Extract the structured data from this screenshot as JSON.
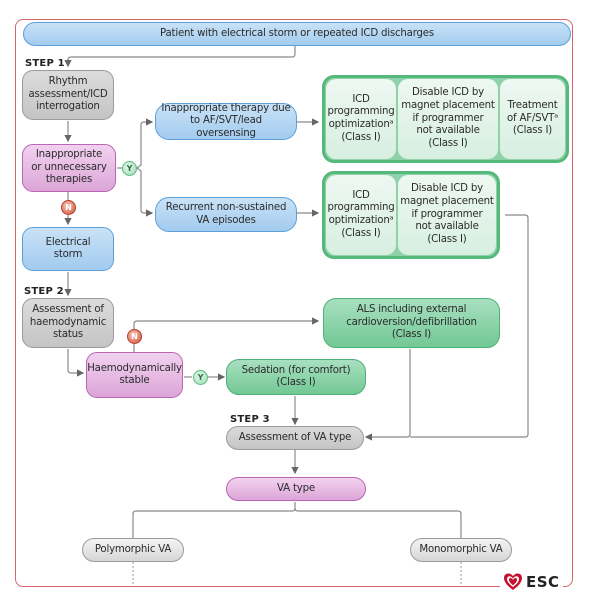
{
  "diagram": {
    "top": "Patient with electrical storm or repeated ICD discharges",
    "steps": [
      "STEP 1",
      "STEP 2",
      "STEP 3"
    ],
    "rhythm_assessment": "Rhythm\nassessment/ICD\ninterrogation",
    "inappropriate_therapies": "Inappropriate\nor unnecessary\ntherapies",
    "electrical_storm": "Electrical\nstorm",
    "inappropriate_af": "Inappropriate therapy due\nto AF/SVT/lead oversensing",
    "recurrent_nsva": "Recurrent non-sustained\nVA episodes",
    "box1": [
      "ICD\nprogramming\noptimizationᵃ\n(Class I)",
      "Disable ICD by\nmagnet placement\nif programmer\nnot available\n(Class I)",
      "Treatment\nof AF/SVTᵃ\n(Class I)"
    ],
    "box2": [
      "ICD\nprogramming\noptimizationᵃ\n(Class I)",
      "Disable ICD by\nmagnet placement\nif programmer\nnot available\n(Class I)"
    ],
    "haemo_assessment": "Assessment of\nhaemodynamic\nstatus",
    "haemo_stable": "Haemodynamically\nstable",
    "als": "ALS including external\ncardioversion/defibrillation\n(Class I)",
    "sedation": "Sedation (for comfort)\n(Class I)",
    "va_assessment": "Assessment of VA type",
    "va_type": "VA type",
    "polymorphic": "Polymorphic VA",
    "monomorphic": "Monomorphic VA",
    "yes": "Y",
    "no": "N"
  },
  "logo": {
    "text": "ESC"
  },
  "colors": {
    "frame": "#d9646e",
    "blue": "#a2cbee",
    "gray": "#c4c4c4",
    "pink": "#dca6d8",
    "green": "#73c895",
    "wire": "#888888"
  }
}
